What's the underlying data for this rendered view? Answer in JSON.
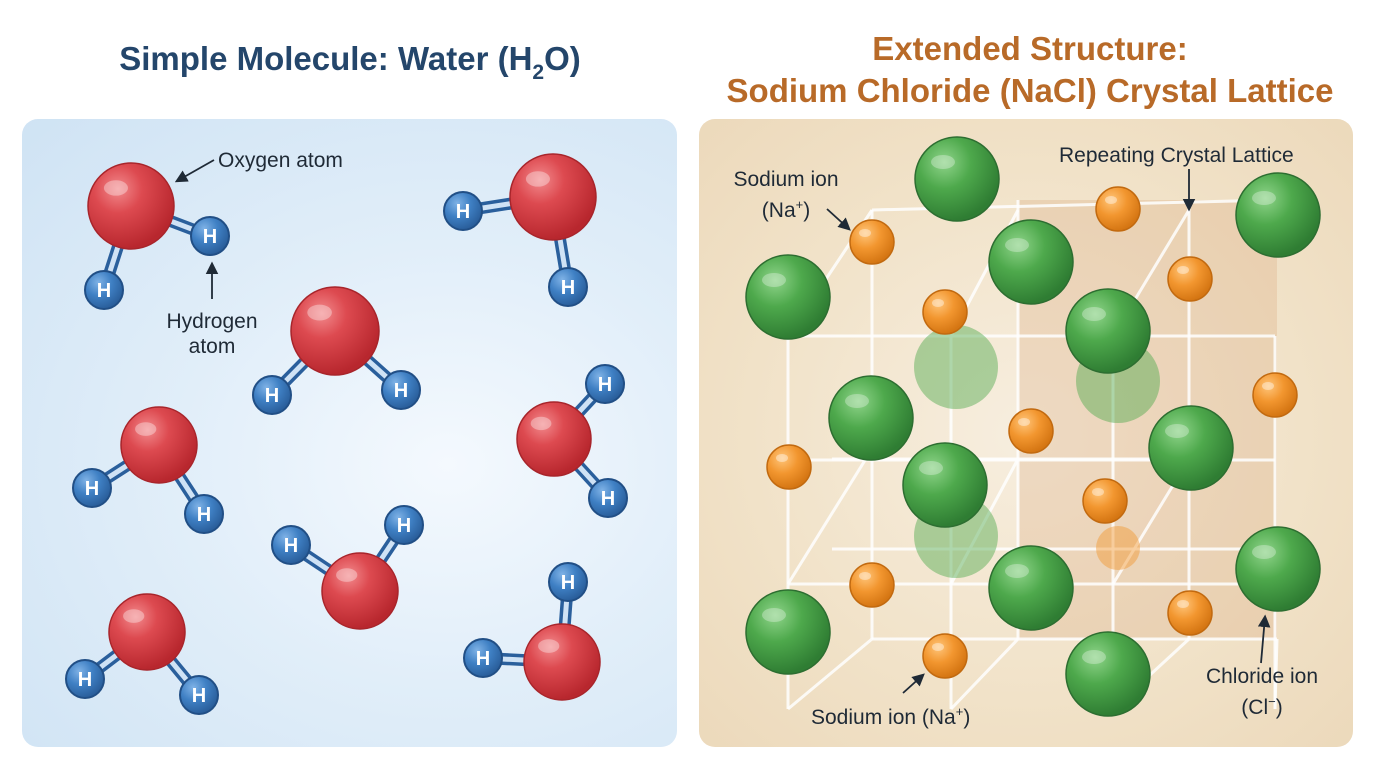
{
  "left": {
    "title_main": "Simple Molecule: Water (H",
    "title_sub": "2",
    "title_end": "O)",
    "hydrogen_symbol": "H",
    "labels": {
      "oxygen": "Oxygen atom",
      "hydrogen_line1": "Hydrogen",
      "hydrogen_line2": "atom"
    }
  },
  "right": {
    "title_line1": "Extended Structure:",
    "title_line2": "Sodium Chloride (NaCl) Crystal Lattice",
    "labels": {
      "lattice": "Repeating Crystal Lattice",
      "sodium_top_line1": "Sodium ion",
      "sodium_top_line2": "(Na",
      "sodium_top_sup": "+",
      "sodium_top_end": ")",
      "sodium_bottom": "Sodium ion (Na",
      "sodium_bottom_sup": "+",
      "sodium_bottom_end": ")",
      "chloride_line1": "Chloride ion",
      "chloride_line2": "(Cl",
      "chloride_sup": "−",
      "chloride_end": ")"
    }
  },
  "colors": {
    "oxygen": "#d9434a",
    "hydrogen": "#3d7ec2",
    "chloride": "#4ea94c",
    "sodium": "#f2962f",
    "left_title": "#24466b",
    "right_title": "#b86a28"
  }
}
